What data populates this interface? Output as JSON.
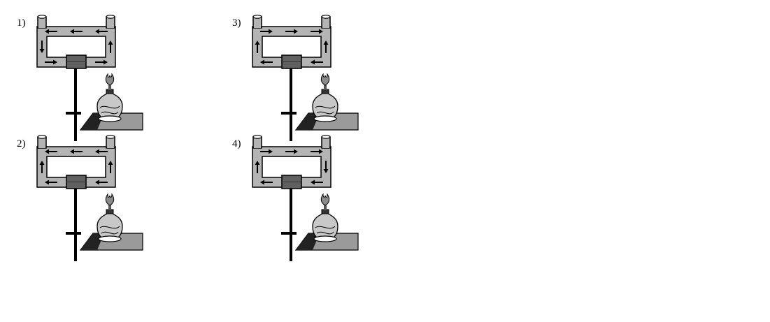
{
  "options": [
    {
      "label": "1)",
      "top_arrows": "left",
      "bottom_arrows": "right",
      "left_arrow": "down",
      "right_arrow": "up"
    },
    {
      "label": "2)",
      "top_arrows": "left",
      "bottom_arrows": "left",
      "left_arrow": "up",
      "right_arrow": "up"
    },
    {
      "label": "3)",
      "top_arrows": "right",
      "bottom_arrows": "left",
      "left_arrow": "up",
      "right_arrow": "up"
    },
    {
      "label": "4)",
      "top_arrows": "right",
      "bottom_arrows": "left",
      "left_arrow": "up",
      "right_arrow": "down"
    }
  ],
  "colors": {
    "pipe": "#b4b4b4",
    "outline": "#000000",
    "heater_block": "#606060",
    "flame": "#8a8a8a",
    "lamp_glass": "#c8c8c8",
    "stand_plate": "#9a9a9a"
  }
}
